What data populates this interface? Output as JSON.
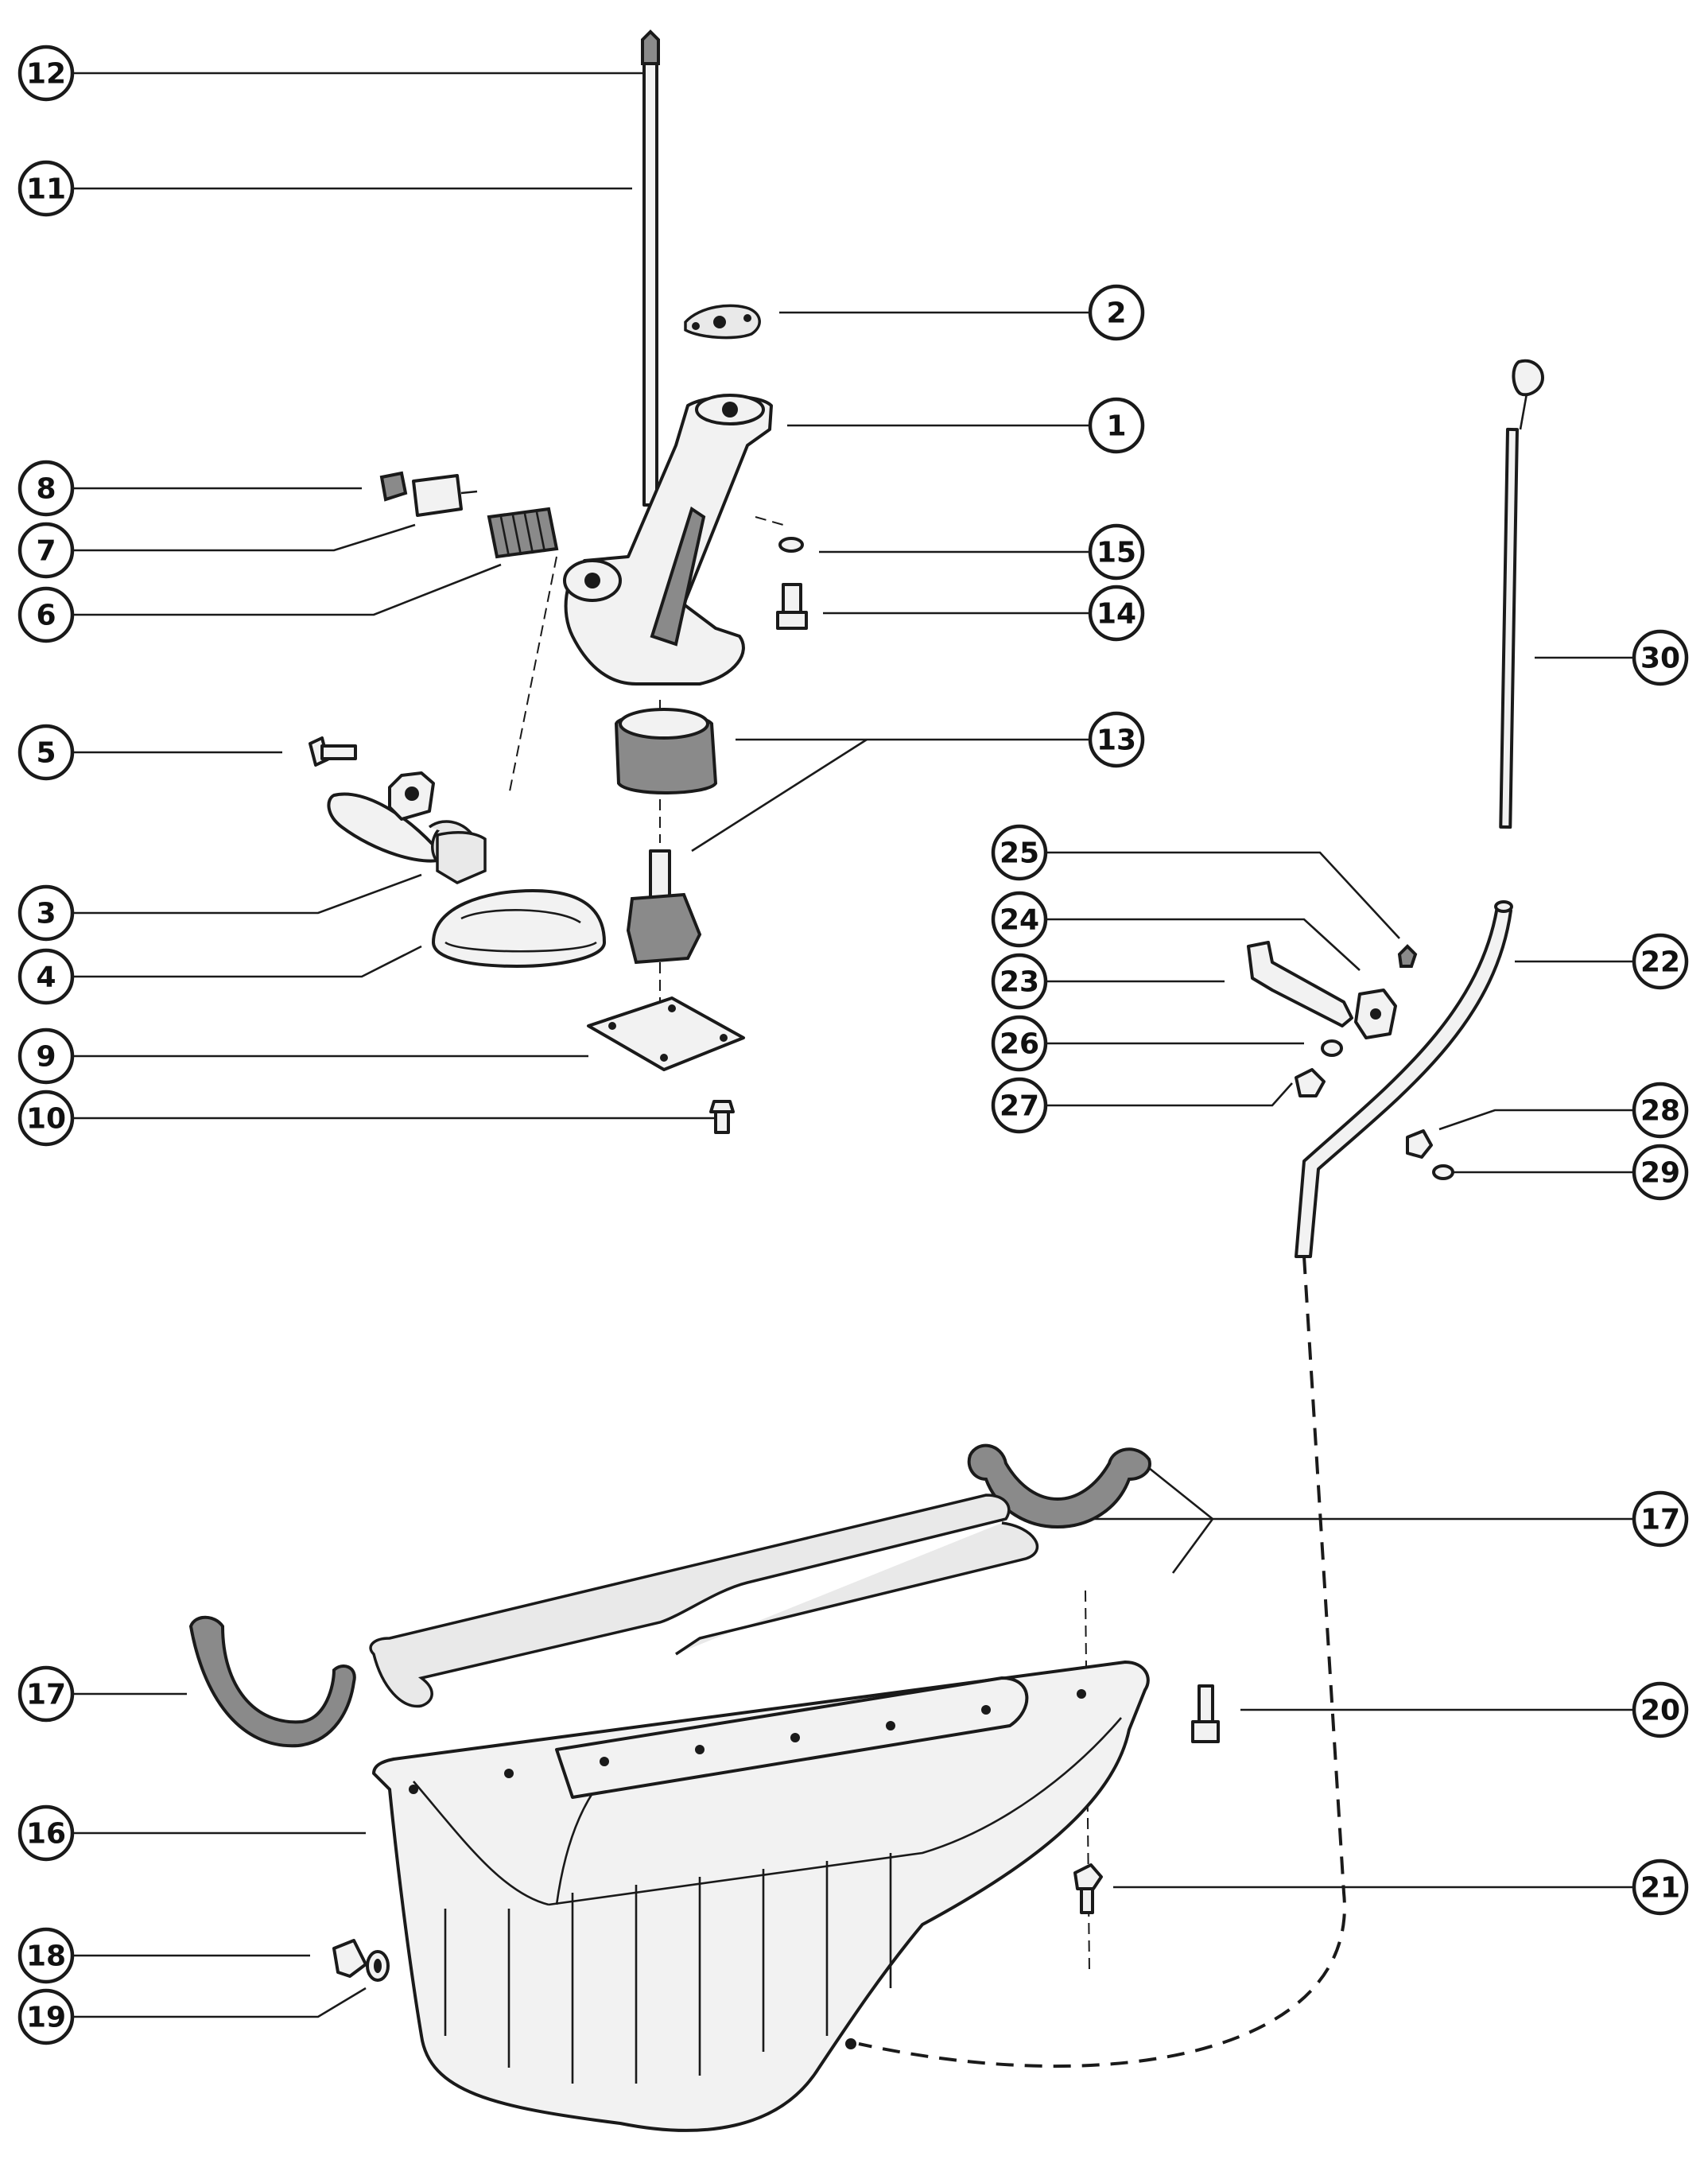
{
  "callouts": [
    {
      "label": "12"
    },
    {
      "label": "11"
    },
    {
      "label": "2"
    },
    {
      "label": "1"
    },
    {
      "label": "8"
    },
    {
      "label": "7"
    },
    {
      "label": "6"
    },
    {
      "label": "15"
    },
    {
      "label": "14"
    },
    {
      "label": "30"
    },
    {
      "label": "5"
    },
    {
      "label": "13"
    },
    {
      "label": "25"
    },
    {
      "label": "24"
    },
    {
      "label": "23"
    },
    {
      "label": "26"
    },
    {
      "label": "27"
    },
    {
      "label": "22"
    },
    {
      "label": "3"
    },
    {
      "label": "4"
    },
    {
      "label": "9"
    },
    {
      "label": "10"
    },
    {
      "label": "28"
    },
    {
      "label": "29"
    },
    {
      "label": "17"
    },
    {
      "label": "17"
    },
    {
      "label": "20"
    },
    {
      "label": "16"
    },
    {
      "label": "21"
    },
    {
      "label": "18"
    },
    {
      "label": "19"
    }
  ]
}
